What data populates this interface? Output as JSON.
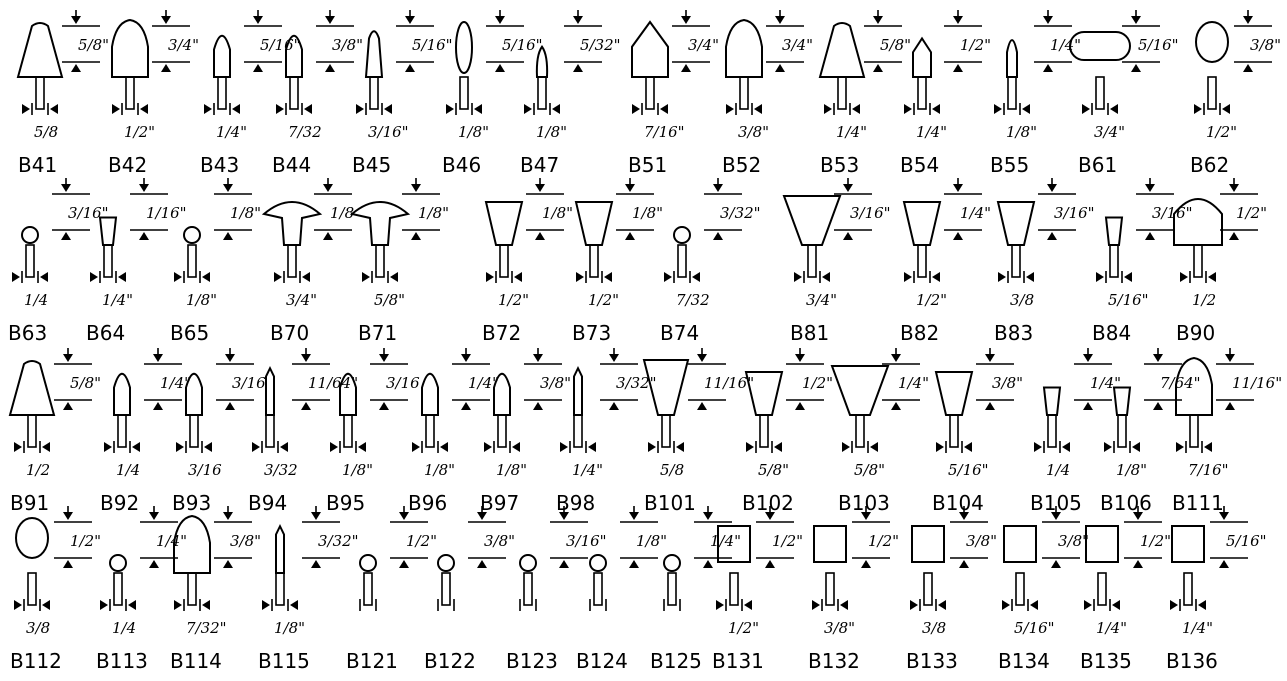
{
  "rows": [
    [
      {
        "code": "B41",
        "shape": "cone",
        "head": "5/8\"",
        "shank": "5/8",
        "ha": "left"
      },
      {
        "code": "B42",
        "shape": "bullet",
        "head": "3/4\"",
        "shank": "1/2\"",
        "ha": "right"
      },
      {
        "code": "B43",
        "shape": "smallcone",
        "head": "5/16\"",
        "shank": "1/4\""
      },
      {
        "code": "B44",
        "shape": "smallcone",
        "head": "3/8\"",
        "shank": "7/32"
      },
      {
        "code": "B45",
        "shape": "tree",
        "head": "5/16\"",
        "shank": "3/16\""
      },
      {
        "code": "B46",
        "shape": "oval",
        "head": "5/16\"",
        "shank": "1/8\""
      },
      {
        "code": "B47",
        "shape": "tinytree",
        "head": "5/32\"",
        "shank": "1/8\""
      },
      {
        "code": "B51",
        "shape": "point",
        "head": "3/4\"",
        "shank": "7/16\""
      },
      {
        "code": "B52",
        "shape": "bullet",
        "head": "3/4\"",
        "shank": "3/8\""
      },
      {
        "code": "B53",
        "shape": "cone",
        "head": "5/8\"",
        "shank": "1/4\""
      },
      {
        "code": "B54",
        "shape": "hex",
        "head": "1/2\"",
        "shank": "1/4\""
      },
      {
        "code": "B55",
        "shape": "tinycone",
        "head": "1/4\"",
        "shank": "1/8\""
      },
      {
        "code": "B61",
        "shape": "capsule",
        "head": "5/16\"",
        "shank": "3/4\""
      },
      {
        "code": "B62",
        "shape": "ovalball",
        "head": "3/8\"",
        "shank": "1/2\""
      }
    ],
    [
      {
        "code": "B63",
        "shape": "ball",
        "head": "3/16\"",
        "shank": "1/4"
      },
      {
        "code": "B64",
        "shape": "taper",
        "head": "1/16\"",
        "shank": "1/4\""
      },
      {
        "code": "B65",
        "shape": "ball",
        "head": "1/8\"",
        "shank": "1/8\""
      },
      {
        "code": "B70",
        "shape": "mushroom",
        "head": "1/8",
        "shank": "3/4\""
      },
      {
        "code": "B71",
        "shape": "mushroom",
        "head": "1/8\"",
        "shank": "5/8\""
      },
      {
        "code": "B72",
        "shape": "cup",
        "head": "1/8\"",
        "shank": "1/2\""
      },
      {
        "code": "B73",
        "shape": "cup",
        "head": "1/8\"",
        "shank": "1/2\""
      },
      {
        "code": "B74",
        "shape": "ball",
        "head": "3/32\"",
        "shank": "7/32"
      },
      {
        "code": "B81",
        "shape": "wheel",
        "head": "3/16\"",
        "shank": "3/4\""
      },
      {
        "code": "B82",
        "shape": "cup",
        "head": "1/4\"",
        "shank": "1/2\""
      },
      {
        "code": "B83",
        "shape": "cup",
        "head": "3/16\"",
        "shank": "3/8"
      },
      {
        "code": "B84",
        "shape": "taper",
        "head": "3/16\"",
        "shank": "5/16\""
      },
      {
        "code": "B90",
        "shape": "dome",
        "head": "1/2\"",
        "shank": "1/2"
      }
    ],
    [
      {
        "code": "B91",
        "shape": "cone",
        "head": "5/8\"",
        "shank": "1/2"
      },
      {
        "code": "B92",
        "shape": "smallcone",
        "head": "1/4\"",
        "shank": "1/4"
      },
      {
        "code": "B93",
        "shape": "smallcone",
        "head": "3/16",
        "shank": "3/16"
      },
      {
        "code": "B94",
        "shape": "pencil",
        "head": "11/64\"",
        "shank": "3/32"
      },
      {
        "code": "B95",
        "shape": "smallcone",
        "head": "3/16",
        "shank": "1/8\""
      },
      {
        "code": "B96",
        "shape": "smallcone",
        "head": "1/4\"",
        "shank": "1/8\""
      },
      {
        "code": "B97",
        "shape": "smallcone",
        "head": "3/8\"",
        "shank": "1/8\""
      },
      {
        "code": "B98",
        "shape": "pencil",
        "head": "3/32\"",
        "shank": "1/4\""
      },
      {
        "code": "B101",
        "shape": "vcup",
        "head": "11/16\"",
        "shank": "5/8"
      },
      {
        "code": "B102",
        "shape": "cup",
        "head": "1/2\"",
        "shank": "5/8\""
      },
      {
        "code": "B103",
        "shape": "wheel",
        "head": "1/4\"",
        "shank": "5/8\""
      },
      {
        "code": "B104",
        "shape": "cup",
        "head": "3/8\"",
        "shank": "5/16\""
      },
      {
        "code": "B105",
        "shape": "taper",
        "head": "1/4\"",
        "shank": "1/4"
      },
      {
        "code": "B106",
        "shape": "taper",
        "head": "7/64\"",
        "shank": "1/8\""
      },
      {
        "code": "B111",
        "shape": "bullet",
        "head": "11/16\"",
        "shank": "7/16\""
      }
    ],
    [
      {
        "code": "B112",
        "shape": "ovalball",
        "head": "1/2\"",
        "shank": "3/8"
      },
      {
        "code": "B113",
        "shape": "ball",
        "head": "1/4\"",
        "shank": "1/4"
      },
      {
        "code": "B114",
        "shape": "bullet",
        "head": "3/8\"",
        "shank": "7/32\""
      },
      {
        "code": "B115",
        "shape": "pencil",
        "head": "3/32\"",
        "shank": "1/8\""
      },
      {
        "code": "B121",
        "shape": "ball",
        "head": "1/2\"",
        "shank": ""
      },
      {
        "code": "B122",
        "shape": "ball",
        "head": "3/8\"",
        "shank": ""
      },
      {
        "code": "B123",
        "shape": "ball",
        "head": "3/16\"",
        "shank": ""
      },
      {
        "code": "B124",
        "shape": "ball",
        "head": "1/8\"",
        "shank": ""
      },
      {
        "code": "B125",
        "shape": "ball",
        "head": "1/4\"",
        "shank": ""
      },
      {
        "code": "B131",
        "shape": "cyl",
        "head": "1/2\"",
        "shank": "1/2\""
      },
      {
        "code": "B132",
        "shape": "cyl",
        "head": "1/2\"",
        "shank": "3/8\""
      },
      {
        "code": "B133",
        "shape": "cyl",
        "head": "3/8\"",
        "shank": "3/8"
      },
      {
        "code": "B134",
        "shape": "cyl",
        "head": "3/8\"",
        "shank": "5/16\""
      },
      {
        "code": "B135",
        "shape": "cyl",
        "head": "1/2\"",
        "shank": "1/4\""
      },
      {
        "code": "B136",
        "shape": "cyl",
        "head": "5/16\"",
        "shank": "1/4\""
      }
    ]
  ]
}
